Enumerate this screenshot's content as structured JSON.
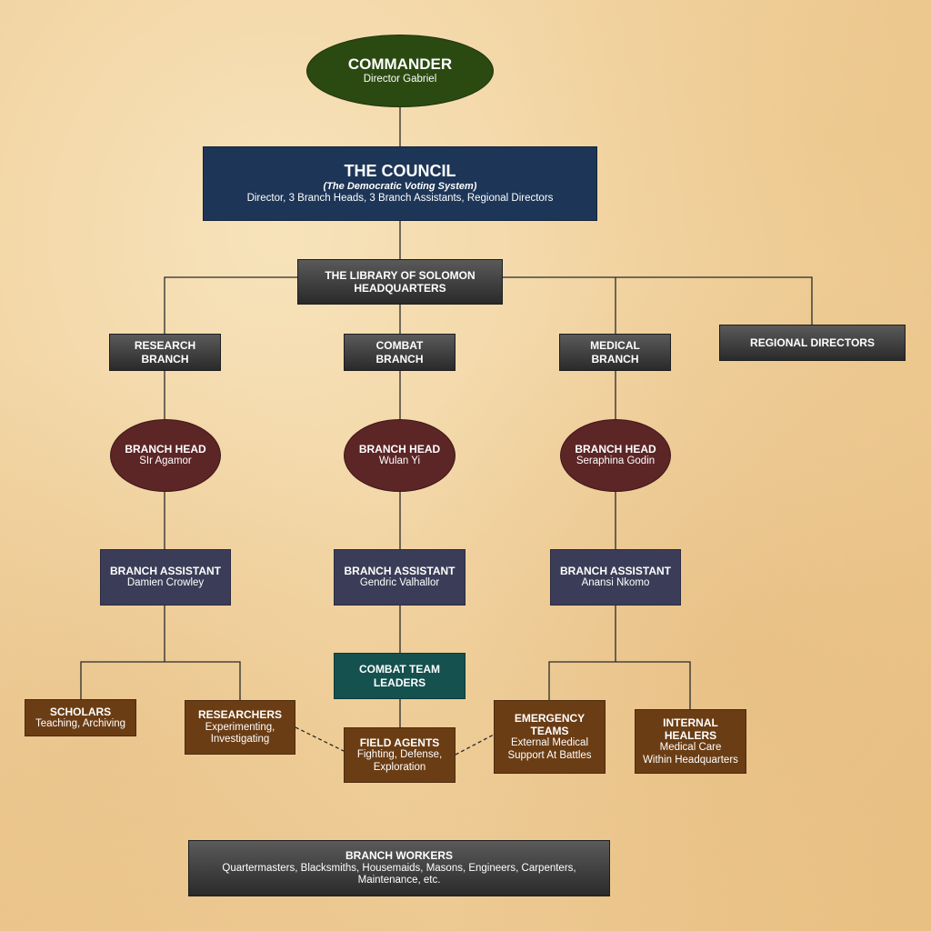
{
  "commander": {
    "title": "COMMANDER",
    "name": "Director Gabriel"
  },
  "council": {
    "title": "THE COUNCIL",
    "subtitle": "(The Democratic Voting System)",
    "members": "Director, 3 Branch Heads, 3 Branch Assistants, Regional Directors"
  },
  "hq": {
    "line1": "THE LIBRARY OF SOLOMON",
    "line2": "HEADQUARTERS"
  },
  "branches": [
    {
      "line1": "RESEARCH",
      "line2": "BRANCH"
    },
    {
      "line1": "COMBAT",
      "line2": "BRANCH"
    },
    {
      "line1": "MEDICAL",
      "line2": "BRANCH"
    }
  ],
  "regional_directors": "REGIONAL DIRECTORS",
  "heads": [
    {
      "title": "BRANCH HEAD",
      "name": "SIr Agamor"
    },
    {
      "title": "BRANCH HEAD",
      "name": "Wulan Yi"
    },
    {
      "title": "BRANCH HEAD",
      "name": "Seraphina Godin"
    }
  ],
  "assistants": [
    {
      "title": "BRANCH ASSISTANT",
      "name": "Damien Crowley"
    },
    {
      "title": "BRANCH ASSISTANT",
      "name": "Gendric Valhallor"
    },
    {
      "title": "BRANCH ASSISTANT",
      "name": "Anansi Nkomo"
    }
  ],
  "scholars": {
    "title": "SCHOLARS",
    "desc": "Teaching, Archiving"
  },
  "researchers": {
    "title": "RESEARCHERS",
    "desc1": "Experimenting,",
    "desc2": "Investigating"
  },
  "combat_team_leaders": {
    "line1": "COMBAT TEAM",
    "line2": "LEADERS"
  },
  "field_agents": {
    "title": "FIELD AGENTS",
    "desc1": "Fighting, Defense,",
    "desc2": "Exploration"
  },
  "emergency_teams": {
    "line1": "EMERGENCY",
    "line2": "TEAMS",
    "desc1": "External Medical",
    "desc2": "Support At Battles"
  },
  "internal_healers": {
    "line1": "INTERNAL",
    "line2": "HEALERS",
    "desc1": "Medical Care",
    "desc2": "Within Headquarters"
  },
  "branch_workers": {
    "title": "BRANCH WORKERS",
    "desc1": "Quartermasters, Blacksmiths, Housemaids, Masons, Engineers, Carpenters,",
    "desc2": "Maintenance, etc."
  },
  "colors": {
    "commander": "#2b4a11",
    "council": "#1d3557",
    "header_box": "#3a3a3a",
    "branch_head": "#5c2526",
    "assistant": "#3b3d58",
    "team": "#6b3d14",
    "combat_leaders": "#14514f",
    "connector": "#2a2a2a",
    "background": "#f1d29f"
  }
}
